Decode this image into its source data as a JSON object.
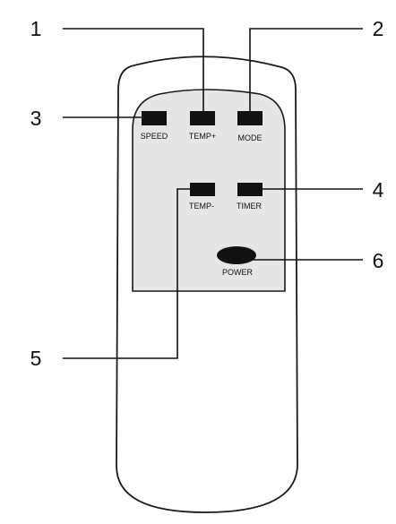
{
  "remote": {
    "buttons": {
      "speed": "SPEED",
      "temp_plus": "TEMP+",
      "mode": "MODE",
      "temp_minus": "TEMP-",
      "timer": "TIMER",
      "power": "POWER"
    }
  },
  "callouts": {
    "c1": "1",
    "c2": "2",
    "c3": "3",
    "c4": "4",
    "c5": "5",
    "c6": "6"
  },
  "colors": {
    "body_fill": "#ffffff",
    "panel_fill": "#e6e6e6",
    "button_fill": "#111111",
    "outline": "#1a1a1a"
  }
}
